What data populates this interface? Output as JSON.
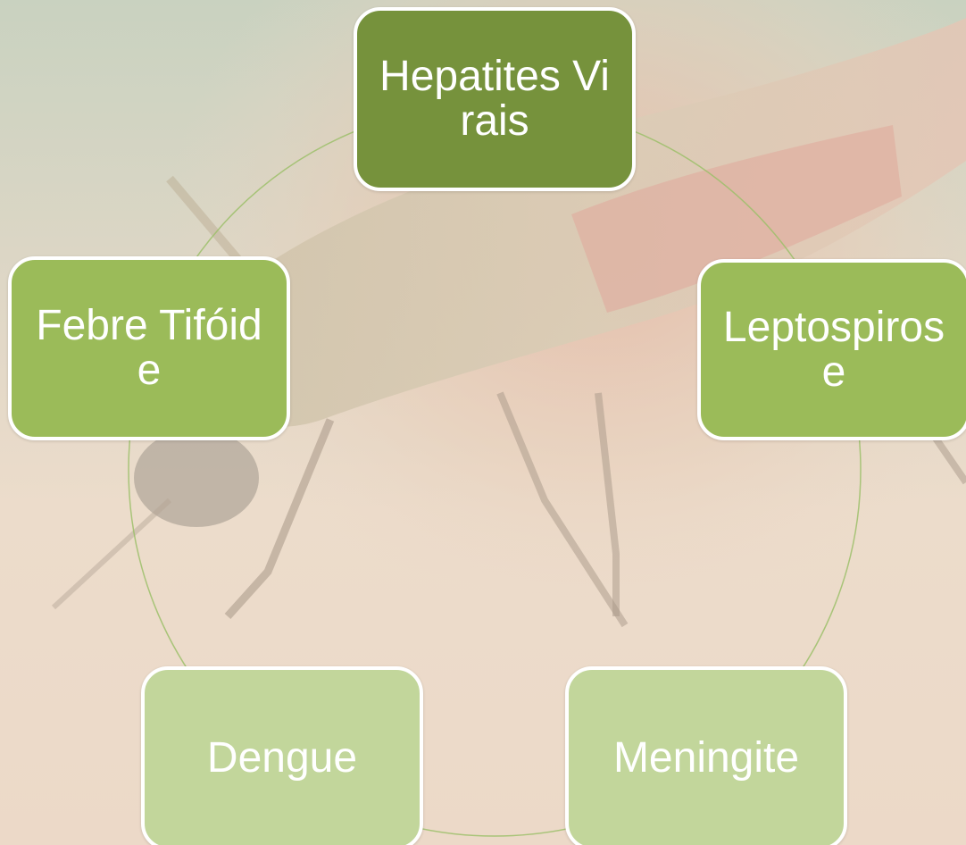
{
  "diagram": {
    "colors": {
      "ring": "#9cbf6a",
      "border": "#ffffff",
      "text": "#ffffff"
    },
    "nodes": [
      {
        "label": "Hepatites Virais",
        "fill": "#76923c"
      },
      {
        "label": "Leptospirose",
        "fill": "#9bbb59"
      },
      {
        "label": "Meningite",
        "fill": "#c2d69b"
      },
      {
        "label": "Dengue",
        "fill": "#c2d69b"
      },
      {
        "label": "Febre Tifóide",
        "fill": "#9bbb59"
      }
    ]
  }
}
